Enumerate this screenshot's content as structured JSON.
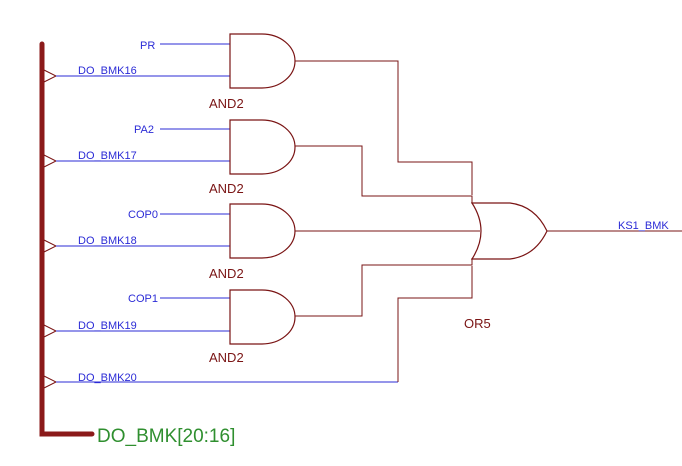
{
  "bus": {
    "label": "DO_BMK[20:16]",
    "taps": [
      "DO_BMK16",
      "DO_BMK17",
      "DO_BMK18",
      "DO_BMK19",
      "DO_BMK20"
    ]
  },
  "and_gates": [
    {
      "type": "AND2",
      "input_a": "PR"
    },
    {
      "type": "AND2",
      "input_a": "PA2"
    },
    {
      "type": "AND2",
      "input_a": "COP0"
    },
    {
      "type": "AND2",
      "input_a": "COP1"
    }
  ],
  "or_gate": {
    "type": "OR5"
  },
  "output": {
    "label": "KS1_BMK"
  },
  "colors": {
    "wire": "#2b2bd6",
    "gate": "#7a1414",
    "bus": "#8b1a1a",
    "bus_label": "#2f8f2f"
  }
}
